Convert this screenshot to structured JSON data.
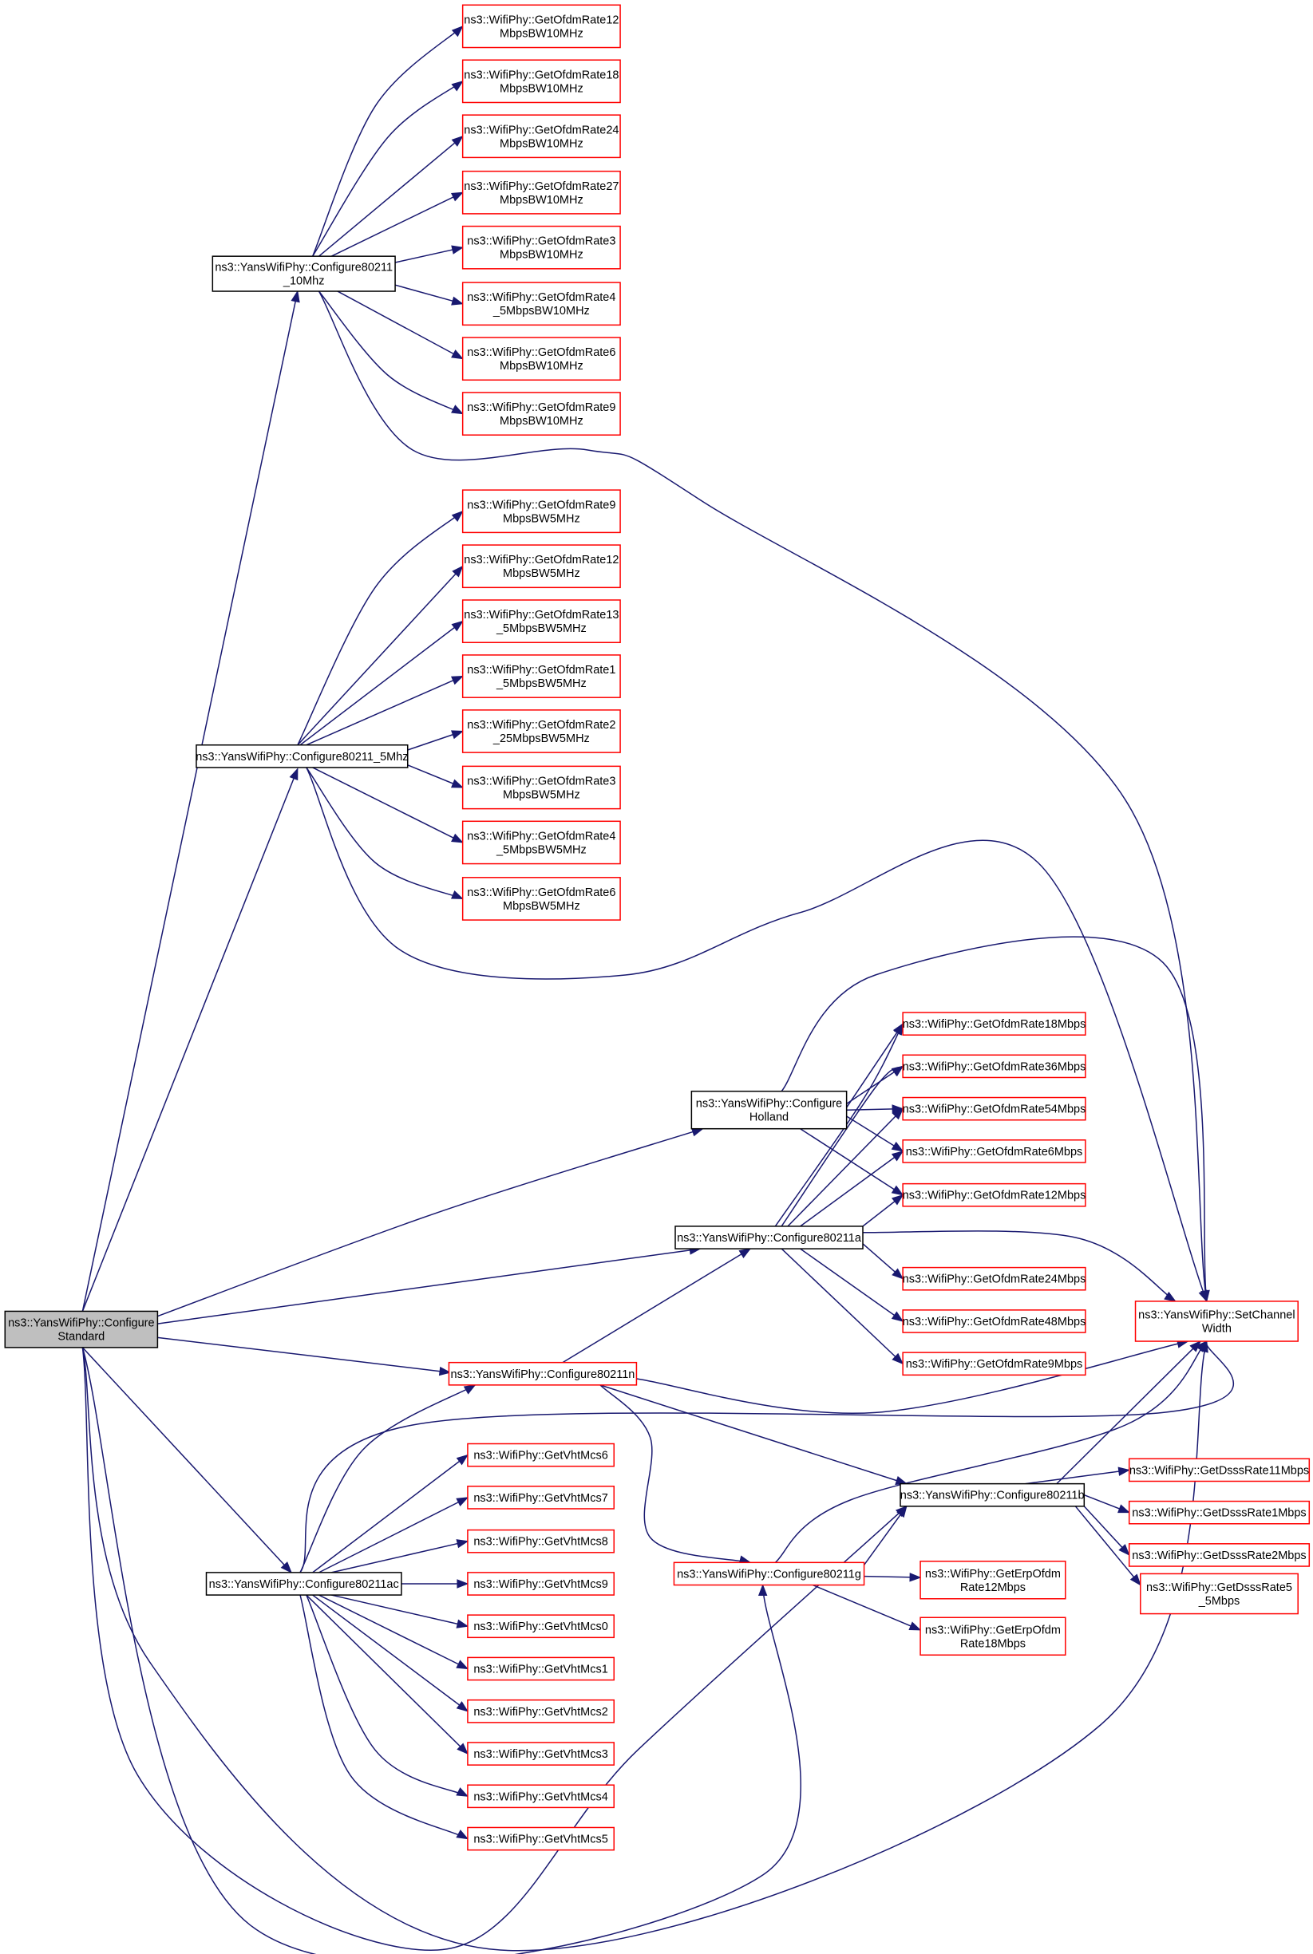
{
  "colors": {
    "edge": "#191970",
    "root_fill": "#bfbfbf",
    "link_border": "#ff0000",
    "internal_border": "#000000"
  },
  "nodes": {
    "root": [
      "ns3::YansWifiPhy::Configure",
      "Standard"
    ],
    "c10": [
      "ns3::YansWifiPhy::Configure80211",
      "_10Mhz"
    ],
    "c5": [
      "ns3::YansWifiPhy::Configure80211_5Mhz"
    ],
    "holland": [
      "ns3::YansWifiPhy::Configure",
      "Holland"
    ],
    "c11a": [
      "ns3::YansWifiPhy::Configure80211a"
    ],
    "c11n": [
      "ns3::YansWifiPhy::Configure80211n"
    ],
    "c11ac": [
      "ns3::YansWifiPhy::Configure80211ac"
    ],
    "c11g": [
      "ns3::YansWifiPhy::Configure80211g"
    ],
    "c11b": [
      "ns3::YansWifiPhy::Configure80211b"
    ],
    "setcw": [
      "ns3::YansWifiPhy::SetChannel",
      "Width"
    ],
    "r10_12": [
      "ns3::WifiPhy::GetOfdmRate12",
      "MbpsBW10MHz"
    ],
    "r10_18": [
      "ns3::WifiPhy::GetOfdmRate18",
      "MbpsBW10MHz"
    ],
    "r10_24": [
      "ns3::WifiPhy::GetOfdmRate24",
      "MbpsBW10MHz"
    ],
    "r10_27": [
      "ns3::WifiPhy::GetOfdmRate27",
      "MbpsBW10MHz"
    ],
    "r10_3": [
      "ns3::WifiPhy::GetOfdmRate3",
      "MbpsBW10MHz"
    ],
    "r10_45": [
      "ns3::WifiPhy::GetOfdmRate4",
      "_5MbpsBW10MHz"
    ],
    "r10_6": [
      "ns3::WifiPhy::GetOfdmRate6",
      "MbpsBW10MHz"
    ],
    "r10_9": [
      "ns3::WifiPhy::GetOfdmRate9",
      "MbpsBW10MHz"
    ],
    "r5_9": [
      "ns3::WifiPhy::GetOfdmRate9",
      "MbpsBW5MHz"
    ],
    "r5_12": [
      "ns3::WifiPhy::GetOfdmRate12",
      "MbpsBW5MHz"
    ],
    "r5_135": [
      "ns3::WifiPhy::GetOfdmRate13",
      "_5MbpsBW5MHz"
    ],
    "r5_15": [
      "ns3::WifiPhy::GetOfdmRate1",
      "_5MbpsBW5MHz"
    ],
    "r5_225": [
      "ns3::WifiPhy::GetOfdmRate2",
      "_25MbpsBW5MHz"
    ],
    "r5_3": [
      "ns3::WifiPhy::GetOfdmRate3",
      "MbpsBW5MHz"
    ],
    "r5_45": [
      "ns3::WifiPhy::GetOfdmRate4",
      "_5MbpsBW5MHz"
    ],
    "r5_6": [
      "ns3::WifiPhy::GetOfdmRate6",
      "MbpsBW5MHz"
    ],
    "o18": [
      "ns3::WifiPhy::GetOfdmRate18Mbps"
    ],
    "o36": [
      "ns3::WifiPhy::GetOfdmRate36Mbps"
    ],
    "o54": [
      "ns3::WifiPhy::GetOfdmRate54Mbps"
    ],
    "o6": [
      "ns3::WifiPhy::GetOfdmRate6Mbps"
    ],
    "o12": [
      "ns3::WifiPhy::GetOfdmRate12Mbps"
    ],
    "o24": [
      "ns3::WifiPhy::GetOfdmRate24Mbps"
    ],
    "o48": [
      "ns3::WifiPhy::GetOfdmRate48Mbps"
    ],
    "o9": [
      "ns3::WifiPhy::GetOfdmRate9Mbps"
    ],
    "vht6": [
      "ns3::WifiPhy::GetVhtMcs6"
    ],
    "vht7": [
      "ns3::WifiPhy::GetVhtMcs7"
    ],
    "vht8": [
      "ns3::WifiPhy::GetVhtMcs8"
    ],
    "vht9": [
      "ns3::WifiPhy::GetVhtMcs9"
    ],
    "vht0": [
      "ns3::WifiPhy::GetVhtMcs0"
    ],
    "vht1": [
      "ns3::WifiPhy::GetVhtMcs1"
    ],
    "vht2": [
      "ns3::WifiPhy::GetVhtMcs2"
    ],
    "vht3": [
      "ns3::WifiPhy::GetVhtMcs3"
    ],
    "vht4": [
      "ns3::WifiPhy::GetVhtMcs4"
    ],
    "vht5": [
      "ns3::WifiPhy::GetVhtMcs5"
    ],
    "erp12": [
      "ns3::WifiPhy::GetErpOfdm",
      "Rate12Mbps"
    ],
    "erp18": [
      "ns3::WifiPhy::GetErpOfdm",
      "Rate18Mbps"
    ],
    "d11": [
      "ns3::WifiPhy::GetDsssRate11Mbps"
    ],
    "d1": [
      "ns3::WifiPhy::GetDsssRate1Mbps"
    ],
    "d2": [
      "ns3::WifiPhy::GetDsssRate2Mbps"
    ],
    "d55": [
      "ns3::WifiPhy::GetDsssRate5",
      "_5Mbps"
    ]
  }
}
